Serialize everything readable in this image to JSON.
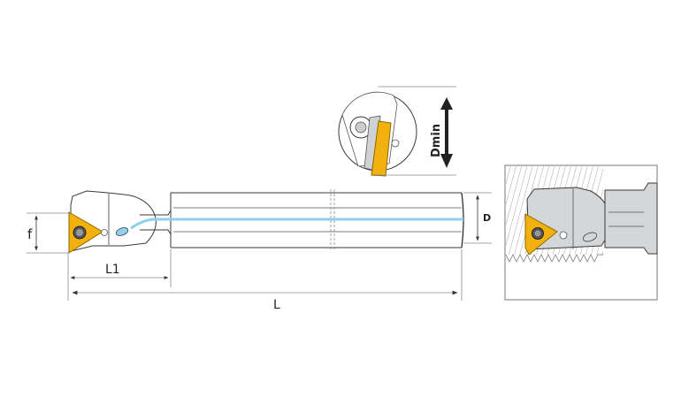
{
  "diagram": {
    "title": "Internal threading boring bar with insert",
    "dimensions": {
      "f": "f",
      "L1": "L1",
      "L": "L",
      "D": "D",
      "Dmin": "Dmin"
    },
    "colors": {
      "insert": "#f2b10e",
      "insert_dark": "#b9860a",
      "coolant": "#8fd0ef",
      "body_fill": "#ffffff",
      "application_fill": "#d4d6d8",
      "outline": "#3a3a3a",
      "dim_line": "#8a8a8a"
    },
    "views": [
      "side-view",
      "end-view",
      "application-view"
    ]
  }
}
